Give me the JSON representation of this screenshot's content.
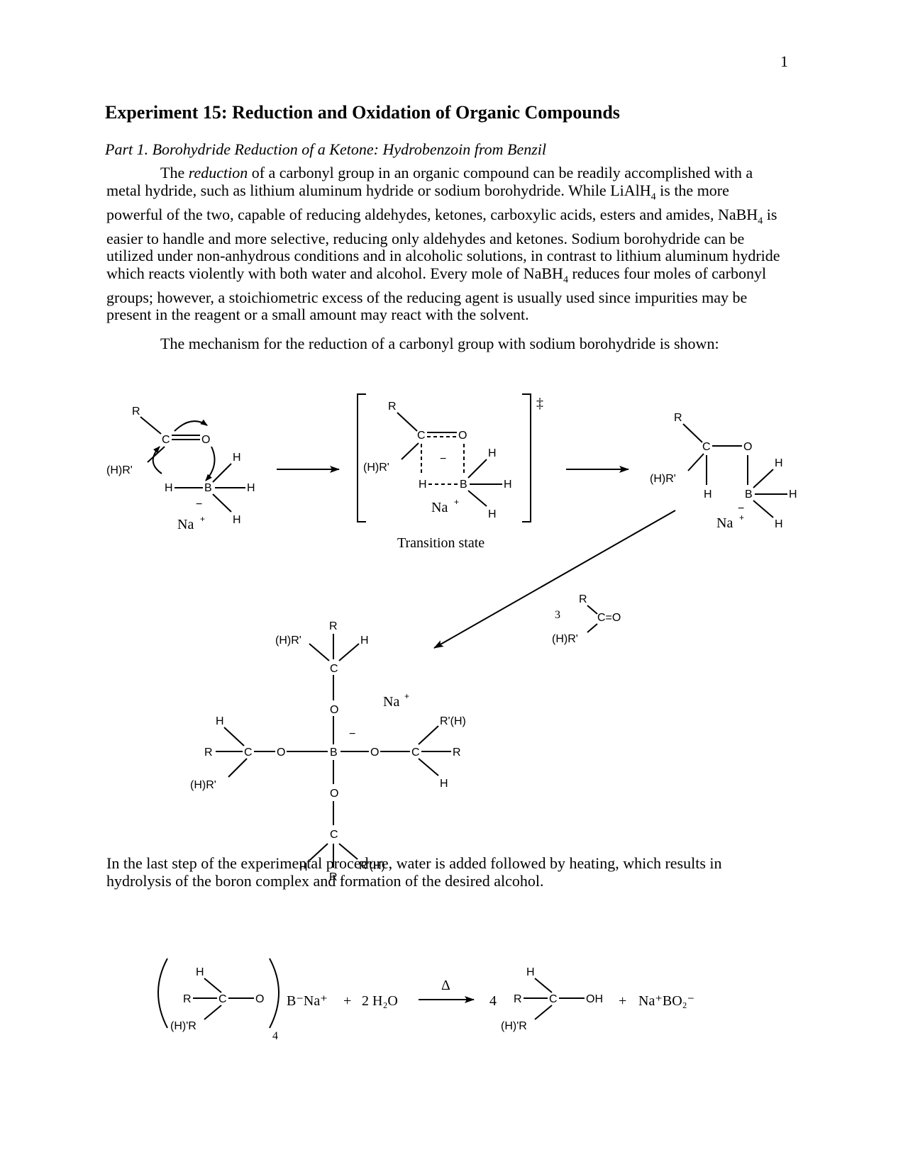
{
  "page": {
    "number": "1"
  },
  "document": {
    "title": "Experiment 15:  Reduction and Oxidation of Organic Compounds",
    "part": "Part 1.  Borohydride Reduction of a Ketone: Hydrobenzoin from Benzil"
  },
  "para1": {
    "before": "The ",
    "em": "reduction",
    "text_a": " of a carbonyl group in an organic compound can be readily accomplished with a metal hydride, such as lithium aluminum hydride or sodium borohydride.  While LiAlH",
    "sub_a": "4",
    "text_b": " is the more powerful of the two, capable of reducing aldehydes, ketones, carboxylic acids, esters and amides, NaBH",
    "sub_b": "4",
    "text_c": " is easier to handle and more selective, reducing only aldehydes and ketones. Sodium borohydride can be utilized under non-anhydrous conditions and in alcoholic solutions, in contrast to lithium aluminum hydride which reacts violently with both water and alcohol. Every mole of NaBH",
    "sub_c": "4",
    "text_d": " reduces four moles of carbonyl groups; however, a stoichiometric excess of the reducing agent is usually used since impurities may be present in the reagent or a small amount may react with the solvent."
  },
  "para2": "The mechanism for the reduction of a carbonyl group with sodium borohydride is shown:",
  "para3": "In the last step of the experimental procedure, water is added followed by heating, which results in hydrolysis of the boron complex and formation of the desired alcohol.",
  "mechanism": {
    "atom_R": "R",
    "atom_C": "C",
    "atom_O": "O",
    "atom_H": "H",
    "atom_B": "B",
    "substituent_HR": "(H)R'",
    "substituent_RH": "R'(H)",
    "substituent_HR2": "(H)'R",
    "minus": "−",
    "sodium": "Na",
    "plus": "+",
    "dagger": "‡",
    "transition_label": "Transition state",
    "coefficient_3": "3",
    "carbonyl_CO": "C=O"
  },
  "equation": {
    "subscript_4": "4",
    "complex": "B⁻Na⁺",
    "plus": "+",
    "water": "2 H₂O",
    "heat": "Δ",
    "coefficient_4": "4",
    "hydroxyl": "OH",
    "byproduct": "Na⁺BO₂⁻"
  }
}
